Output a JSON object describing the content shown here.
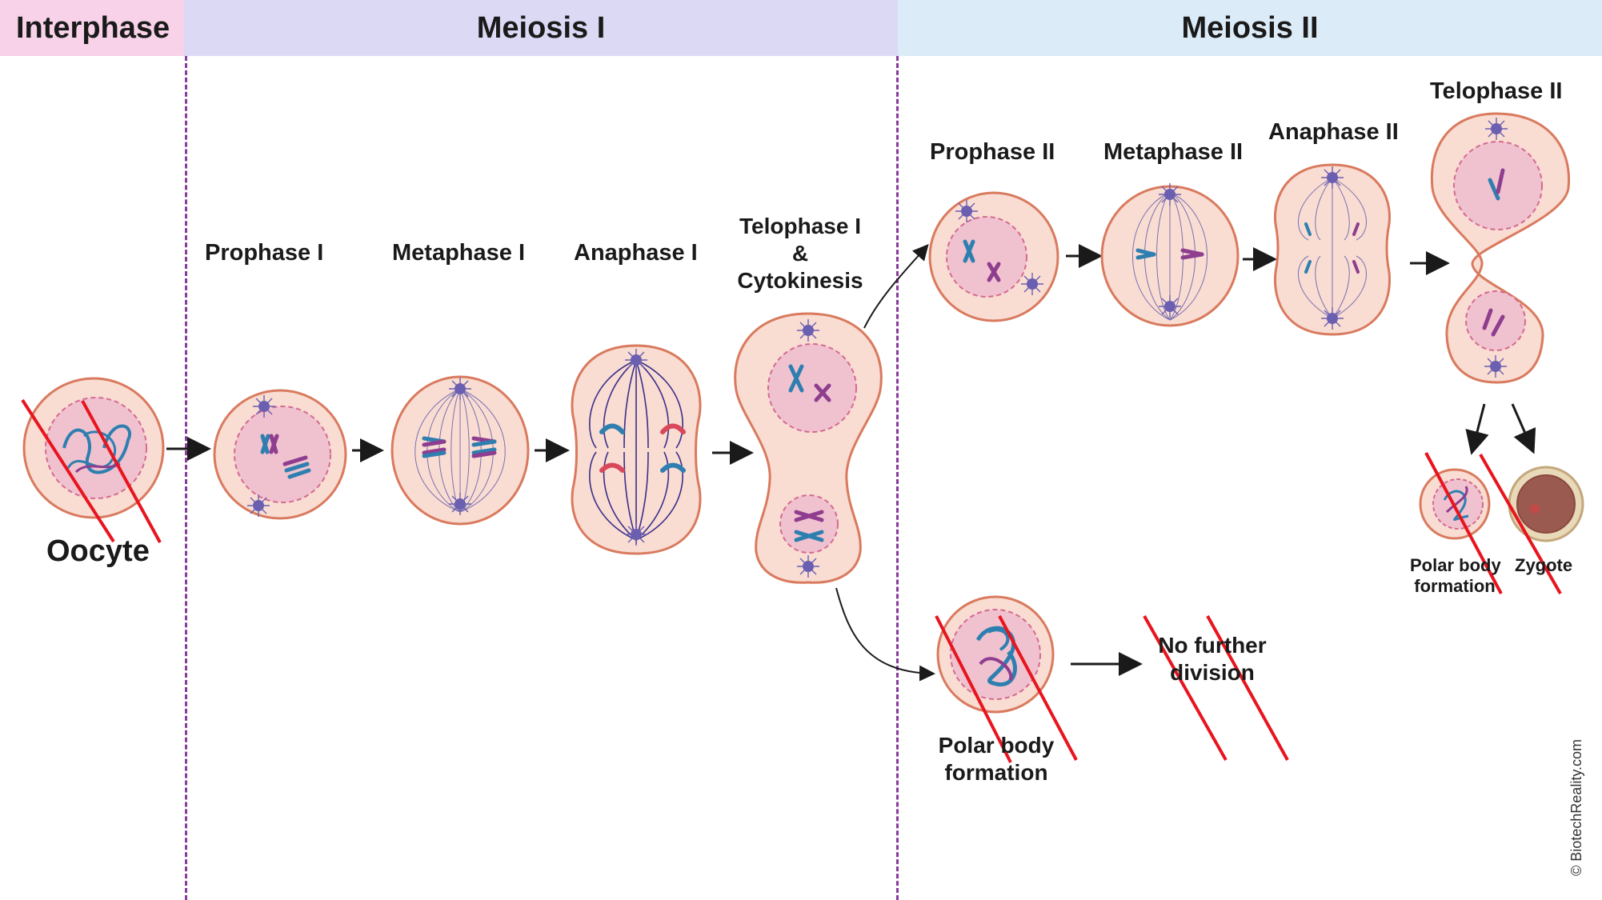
{
  "header": {
    "interphase": "Interphase",
    "meiosis1": "Meiosis I",
    "meiosis2": "Meiosis II"
  },
  "stages": {
    "oocyte": "Oocyte",
    "prophase1": "Prophase I",
    "metaphase1": "Metaphase I",
    "anaphase1": "Anaphase I",
    "telophase1_line1": "Telophase I",
    "telophase1_line2": "&",
    "telophase1_line3": "Cytokinesis",
    "prophase2": "Prophase II",
    "metaphase2": "Metaphase II",
    "anaphase2": "Anaphase II",
    "telophase2": "Telophase II",
    "polar_body_line1": "Polar body",
    "polar_body_line2": "formation",
    "no_further_line1": "No further",
    "no_further_line2": "division",
    "polar_body_small_line1": "Polar body",
    "polar_body_small_line2": "formation",
    "zygote": "Zygote"
  },
  "watermark": "© BiotechReality.com",
  "colors": {
    "cell_fill": "#f9dcd2",
    "cell_stroke": "#d97a5e",
    "nucleus_fill": "#f0c2cf",
    "nucleus_stroke": "#d46a92",
    "chrom_blue": "#2e7fb0",
    "chrom_purple": "#8e3d8f",
    "chrom_red": "#d8475a",
    "spindle": "#5b57a8",
    "strike": "#e8141e",
    "divider": "#8a3a9c"
  }
}
